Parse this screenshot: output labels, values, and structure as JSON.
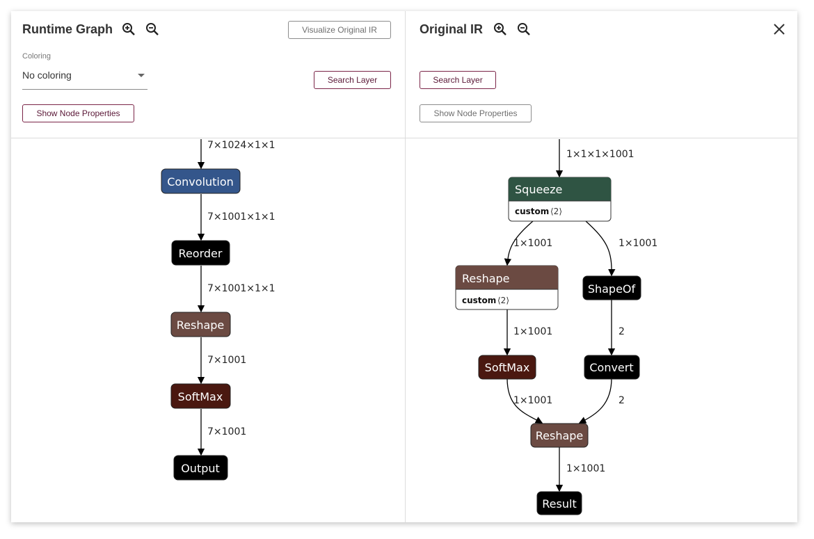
{
  "left_pane": {
    "title": "Runtime Graph",
    "visualize_button": "Visualize Original IR",
    "coloring_label": "Coloring",
    "coloring_value": "No coloring",
    "search_button": "Search Layer",
    "show_props_button": "Show Node Properties"
  },
  "right_pane": {
    "title": "Original IR",
    "search_button": "Search Layer",
    "show_props_button": "Show Node Properties"
  },
  "runtime_graph": {
    "top_edge_label": "7×1024×1×1",
    "nodes": [
      {
        "label": "Convolution",
        "color": "#34568b"
      },
      {
        "label": "Reorder",
        "color": "#000000"
      },
      {
        "label": "Reshape",
        "color": "#6b4a42"
      },
      {
        "label": "SoftMax",
        "color": "#4a1810"
      },
      {
        "label": "Output",
        "color": "#000000"
      }
    ],
    "edge_labels": [
      "7×1001×1×1",
      "7×1001×1×1",
      "7×1001",
      "7×1001"
    ]
  },
  "original_ir": {
    "top_edge_label": "1×1×1×1001",
    "squeeze": {
      "label": "Squeeze",
      "color": "#2f5443",
      "attr_key": "custom",
      "attr_val": "⟨2⟩"
    },
    "reshape1": {
      "label": "Reshape",
      "color": "#6b4a42",
      "attr_key": "custom",
      "attr_val": "⟨2⟩"
    },
    "shapeof": {
      "label": "ShapeOf",
      "color": "#000000"
    },
    "softmax": {
      "label": "SoftMax",
      "color": "#4a1810"
    },
    "convert": {
      "label": "Convert",
      "color": "#000000"
    },
    "reshape2": {
      "label": "Reshape",
      "color": "#6b4a42"
    },
    "result": {
      "label": "Result",
      "color": "#000000"
    },
    "edge_labels": {
      "squeeze_reshape": "1×1001",
      "squeeze_shapeof": "1×1001",
      "reshape_softmax": "1×1001",
      "shapeof_convert": "2",
      "softmax_reshape": "1×1001",
      "convert_reshape": "2",
      "reshape_result": "1×1001"
    }
  },
  "icons": [
    "zoom-in-icon",
    "zoom-out-icon",
    "close-icon",
    "caret-down-icon"
  ]
}
